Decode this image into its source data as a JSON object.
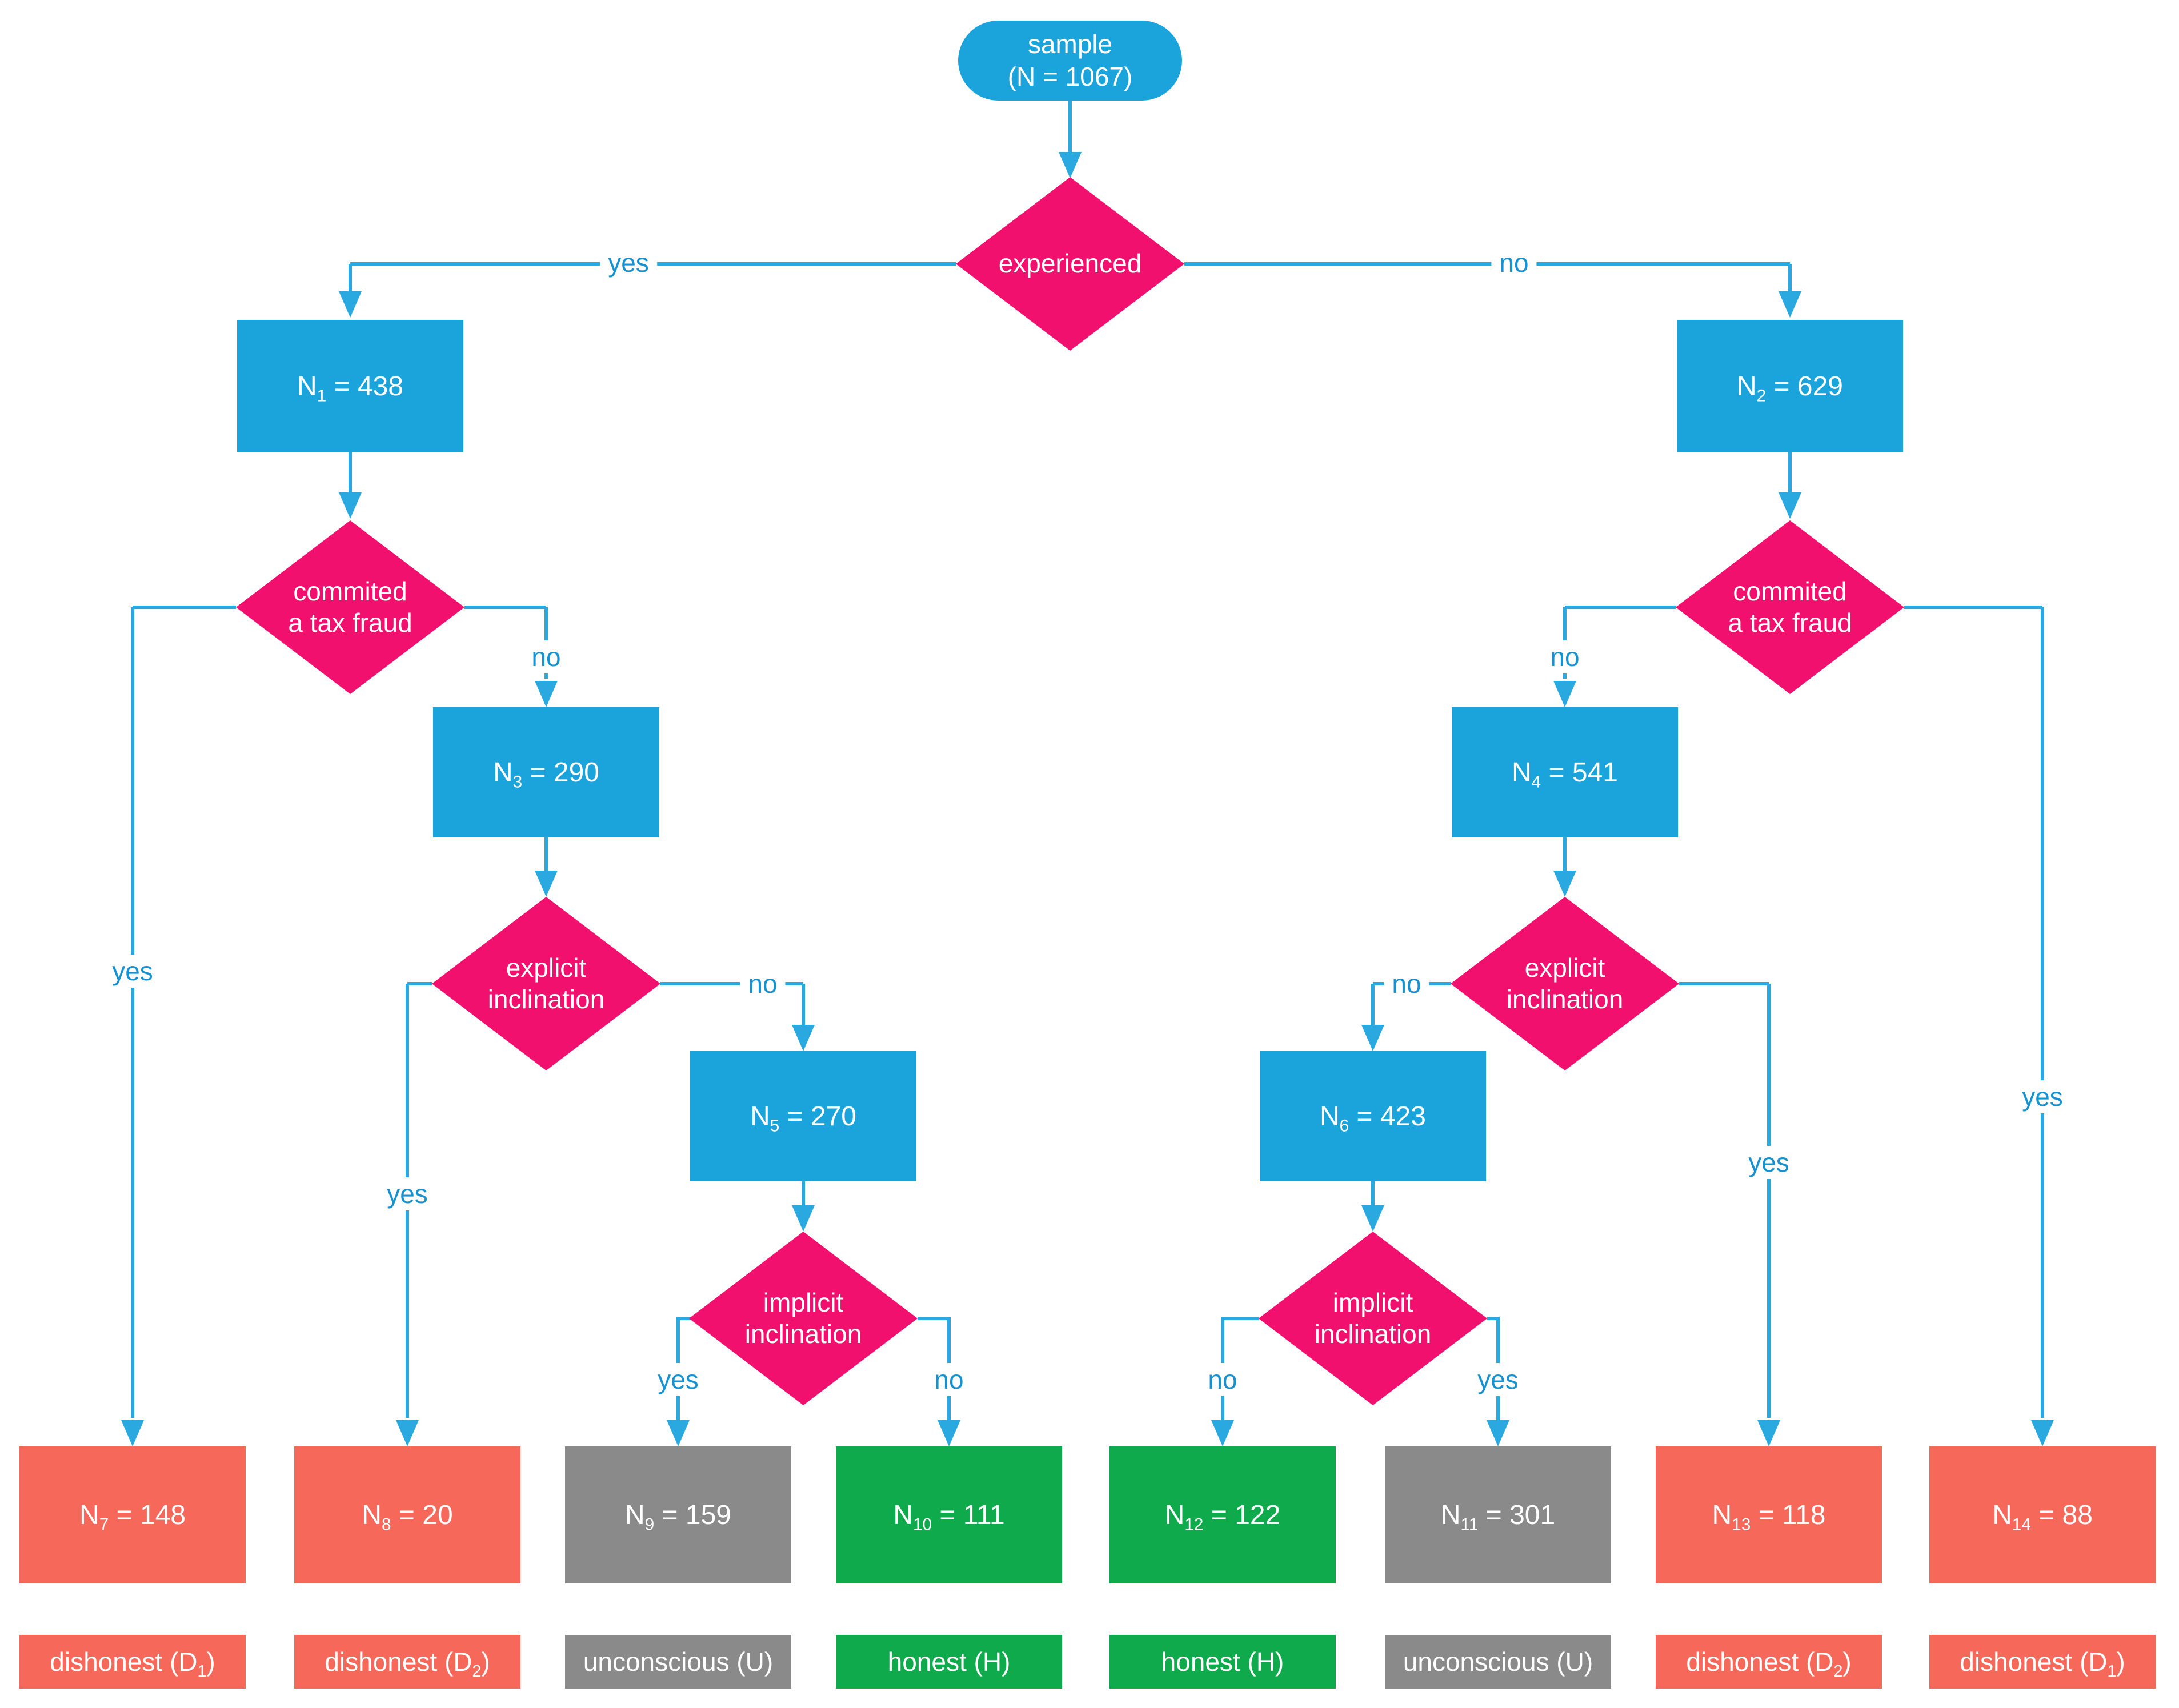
{
  "colors": {
    "blue": "#1BA3DC",
    "pink": "#F2106E",
    "salmon": "#F6695A",
    "gray": "#8A8A8A",
    "green": "#0FAA4B",
    "line": "#29A9E0",
    "edgetext": "#1792D0"
  },
  "root": {
    "line1": "sample",
    "line2": "(N = 1067)"
  },
  "decisions": {
    "experienced": {
      "line1": "experienced",
      "line2": ""
    },
    "fraud_left": {
      "line1": "commited",
      "line2": "a tax fraud"
    },
    "fraud_right": {
      "line1": "commited",
      "line2": "a tax fraud"
    },
    "explicit_left": {
      "line1": "explicit",
      "line2": "inclination"
    },
    "explicit_right": {
      "line1": "explicit",
      "line2": "inclination"
    },
    "implicit_left": {
      "line1": "implicit",
      "line2": "inclination"
    },
    "implicit_right": {
      "line1": "implicit",
      "line2": "inclination"
    }
  },
  "edge_labels": {
    "experienced_yes": "yes",
    "experienced_no": "no",
    "fraud_left_yes": "yes",
    "fraud_left_no": "no",
    "fraud_right_no": "no",
    "fraud_right_yes": "yes",
    "explicit_left_yes": "yes",
    "explicit_left_no": "no",
    "explicit_right_no": "no",
    "explicit_right_yes": "yes",
    "implicit_left_yes": "yes",
    "implicit_left_no": "no",
    "implicit_right_no": "no",
    "implicit_right_yes": "yes"
  },
  "nodes": {
    "n1": {
      "pre": "N",
      "sub": "1",
      "post": " = 438"
    },
    "n2": {
      "pre": "N",
      "sub": "2",
      "post": " = 629"
    },
    "n3": {
      "pre": "N",
      "sub": "3",
      "post": " = 290"
    },
    "n4": {
      "pre": "N",
      "sub": "4",
      "post": " = 541"
    },
    "n5": {
      "pre": "N",
      "sub": "5",
      "post": " = 270"
    },
    "n6": {
      "pre": "N",
      "sub": "6",
      "post": " = 423"
    },
    "n7": {
      "pre": "N",
      "sub": "7",
      "post": " = 148"
    },
    "n8": {
      "pre": "N",
      "sub": "8",
      "post": " = 20"
    },
    "n9": {
      "pre": "N",
      "sub": "9",
      "post": " = 159"
    },
    "n10": {
      "pre": "N",
      "sub": "10",
      "post": " = 111"
    },
    "n11": {
      "pre": "N",
      "sub": "11",
      "post": " = 301"
    },
    "n12": {
      "pre": "N",
      "sub": "12",
      "post": " = 122"
    },
    "n13": {
      "pre": "N",
      "sub": "13",
      "post": " = 118"
    },
    "n14": {
      "pre": "N",
      "sub": "14",
      "post": " = 88"
    }
  },
  "outcome_labels": {
    "d1_left": {
      "pre": "dishonest (D",
      "sub": "1",
      "post": ")"
    },
    "d2_left": {
      "pre": "dishonest (D",
      "sub": "2",
      "post": ")"
    },
    "u_left": {
      "pre": "unconscious (U)",
      "sub": "",
      "post": ""
    },
    "h_left": {
      "pre": "honest (H)",
      "sub": "",
      "post": ""
    },
    "h_right": {
      "pre": "honest (H)",
      "sub": "",
      "post": ""
    },
    "u_right": {
      "pre": "unconscious (U)",
      "sub": "",
      "post": ""
    },
    "d2_right": {
      "pre": "dishonest (D",
      "sub": "2",
      "post": ")"
    },
    "d1_right": {
      "pre": "dishonest (D",
      "sub": "1",
      "post": ")"
    }
  }
}
